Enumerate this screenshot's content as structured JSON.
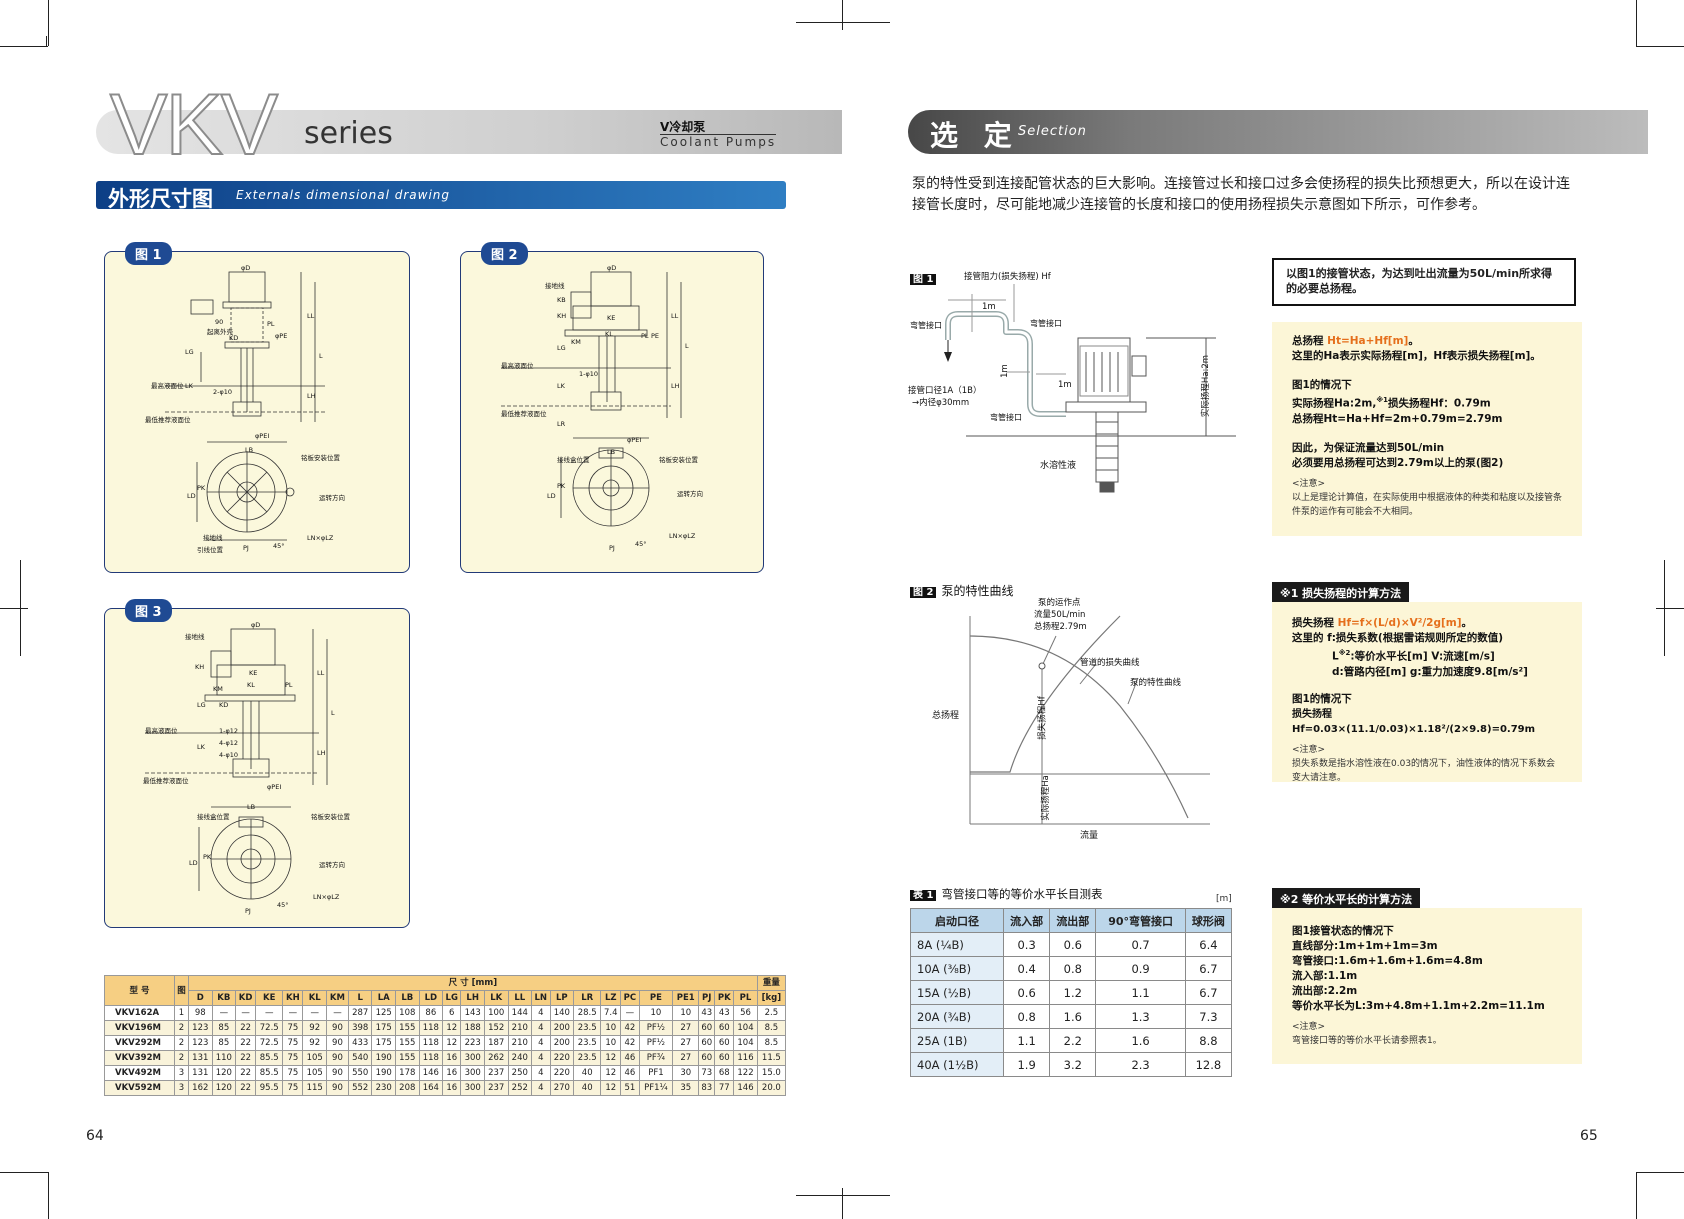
{
  "left_page": {
    "logo_text": "VKV",
    "series_label": "series",
    "category_cn": "V冷却泵",
    "category_en": "Coolant Pumps",
    "section_title_cn": "外形尺寸图",
    "section_title_en": "Externals dimensional drawing",
    "figures": [
      {
        "tag": "图 1",
        "labels": [
          "φD",
          "90",
          "起离外壳",
          "LL",
          "L",
          "LG",
          "LK",
          "LH",
          "最高液面位",
          "最低推荐液面位",
          "2-φ10",
          "φPE",
          "φPEI",
          "PL",
          "KD",
          "LB",
          "LD",
          "PK",
          "铭板安装位置",
          "运转方向",
          "接地线",
          "引线位置",
          "PJ",
          "45°",
          "LN×φLZ"
        ]
      },
      {
        "tag": "图 2",
        "labels": [
          "接地线",
          "φD",
          "KB",
          "KH",
          "KE",
          "KM",
          "KL",
          "LG",
          "LK",
          "LH",
          "LR",
          "LL",
          "L",
          "PE",
          "最高液面位",
          "最低推荐液面位",
          "1-φ10",
          "φPEI",
          "LB",
          "接线盒位置",
          "铭板安装位置",
          "LD",
          "PK",
          "运转方向",
          "PJ",
          "45°",
          "LN×φLZ",
          "PL"
        ]
      },
      {
        "tag": "图 3",
        "labels": [
          "接地线",
          "φD",
          "KH",
          "KE",
          "KM",
          "KL",
          "KD",
          "LG",
          "LK",
          "LH",
          "LL",
          "L",
          "PL",
          "最高液面位",
          "最低推荐液面位",
          "1-φ12",
          "4-φ12",
          "4-φ10",
          "φPEI",
          "LB",
          "接线盒位置",
          "铭板安装位置",
          "LD",
          "PK",
          "运转方向",
          "PJ",
          "45°",
          "LN×φLZ"
        ]
      }
    ],
    "spec_table": {
      "col_model": "型  号",
      "col_fig": "图",
      "dim_group": "尺  寸 [mm]",
      "col_weight": "重量",
      "weight_unit": "[kg]",
      "dim_cols": [
        "D",
        "KB",
        "KD",
        "KE",
        "KH",
        "KL",
        "KM",
        "L",
        "LA",
        "LB",
        "LD",
        "LG",
        "LH",
        "LK",
        "LL",
        "LN",
        "LP",
        "LR",
        "LZ",
        "PC",
        "PE",
        "PE1",
        "PJ",
        "PK",
        "PL"
      ],
      "rows": [
        [
          "VKV162A",
          "1",
          "98",
          "—",
          "—",
          "—",
          "—",
          "—",
          "—",
          "287",
          "125",
          "108",
          "86",
          "6",
          "143",
          "100",
          "144",
          "4",
          "140",
          "28.5",
          "7.4",
          "—",
          "10",
          "10",
          "43",
          "43",
          "56",
          "2.5"
        ],
        [
          "VKV196M",
          "2",
          "123",
          "85",
          "22",
          "72.5",
          "75",
          "92",
          "90",
          "398",
          "175",
          "155",
          "118",
          "12",
          "188",
          "152",
          "210",
          "4",
          "200",
          "23.5",
          "10",
          "42",
          "PF½",
          "27",
          "60",
          "60",
          "104",
          "8.5"
        ],
        [
          "VKV292M",
          "2",
          "123",
          "85",
          "22",
          "72.5",
          "75",
          "92",
          "90",
          "433",
          "175",
          "155",
          "118",
          "12",
          "223",
          "187",
          "210",
          "4",
          "200",
          "23.5",
          "10",
          "42",
          "PF½",
          "27",
          "60",
          "60",
          "104",
          "8.5"
        ],
        [
          "VKV392M",
          "2",
          "131",
          "110",
          "22",
          "85.5",
          "75",
          "105",
          "90",
          "540",
          "190",
          "155",
          "118",
          "16",
          "300",
          "262",
          "240",
          "4",
          "220",
          "23.5",
          "12",
          "46",
          "PF¾",
          "27",
          "60",
          "60",
          "116",
          "11.5"
        ],
        [
          "VKV492M",
          "3",
          "131",
          "120",
          "22",
          "85.5",
          "75",
          "105",
          "90",
          "550",
          "190",
          "178",
          "146",
          "16",
          "300",
          "237",
          "250",
          "4",
          "220",
          "40",
          "12",
          "46",
          "PF1",
          "30",
          "73",
          "68",
          "122",
          "15.0"
        ],
        [
          "VKV592M",
          "3",
          "162",
          "120",
          "22",
          "95.5",
          "75",
          "115",
          "90",
          "552",
          "230",
          "208",
          "164",
          "16",
          "300",
          "237",
          "252",
          "4",
          "270",
          "40",
          "12",
          "51",
          "PF1¼",
          "35",
          "83",
          "77",
          "146",
          "20.0"
        ]
      ]
    },
    "page_number": "64"
  },
  "right_page": {
    "title_cn": "选 定",
    "title_en": "Selection",
    "intro": "泵的特性受到连接配管状态的巨大影响。连接管过长和接口过多会使扬程的损失比预想更大，所以在设计连接管长度时，尽可能地减少连接管的长度和接口的使用扬程损失示意图如下所示，可作参考。",
    "fig1": {
      "tag": "图 1",
      "labels": {
        "resistance": "接管阻力(损失扬程) Hf",
        "elbow1": "弯管接口",
        "elbow2": "弯管接口",
        "elbow3": "弯管接口",
        "len1": "1m",
        "len2": "1m",
        "len3": "1m",
        "bore": "接管口径1A（1B）",
        "inner": "→内径φ30mm",
        "liquid": "水溶性液",
        "actual": "实际扬程Ha:2m"
      }
    },
    "question_box": "以图1的接管状态，为达到吐出流量为50L/min所求得的必要总扬程。",
    "answer_box": {
      "l1a": "总扬程 ",
      "l1b": "Ht=Ha+Hf[m]",
      "l1c": "。",
      "l2": "这里的Ha表示实际扬程[m]，Hf表示损失扬程[m]。",
      "l3": "图1的情况下",
      "l4a": "实际扬程Ha:2m,",
      "l4sup": "※1",
      "l4b": "损失扬程Hf：0.79m",
      "l5": "总扬程Ht=Ha+Hf=2m+0.79m=2.79m",
      "l6": "因此，为保证流量达到50L/min",
      "l7": "必须要用总扬程可达到2.79m以上的泵(图2)",
      "note_t": "<注意>",
      "note": "以上是理论计算值，在实际使用中根据液体的种类和粘度以及接管条件泵的运作有可能会不大相同。"
    },
    "fig2": {
      "tag": "图 2",
      "caption": "泵的特性曲线",
      "labels": {
        "op": "泵的运作点",
        "flow50": "流量50L/min",
        "head": "总扬程2.79m",
        "pipe_loss": "管道的损失曲线",
        "pump_curve": "泵的特性曲线",
        "y": "总扬程",
        "x": "流量",
        "hf": "损失扬程Hf",
        "ha": "实际扬程Ha"
      }
    },
    "calc1": {
      "tag": "※1 损失扬程的计算方法",
      "l1a": "损失扬程 ",
      "l1b": "Hf=f×(L/d)×V²/2g[m]",
      "l1c": "。",
      "l2": "这里的 f:损失系数(根据雷诺规则所定的数值)",
      "l3a": "L",
      "l3sup": "※2",
      "l3b": ":等价水平长[m]  V:流速[m/s]",
      "l4": "d:管路内径[m]       g:重力加速度9.8[m/s²]",
      "l5": "图1的情况下",
      "l6": "损失扬程Hf=0.03×(11.1/0.03)×1.18²/(2×9.8)=0.79m",
      "note_t": "<注意>",
      "note": "损失系数是指水溶性液在0.03的情况下，油性液体的情况下系数会变大请注意。"
    },
    "table1": {
      "tag": "表 1",
      "caption": "弯管接口等的等价水平长目测表",
      "unit": "[m]",
      "headers": [
        "启动口径",
        "流入部",
        "流出部",
        "90°弯管接口",
        "球形阀"
      ],
      "rows": [
        [
          "8A (¼B)",
          "0.3",
          "0.6",
          "0.7",
          "6.4"
        ],
        [
          "10A (⅜B)",
          "0.4",
          "0.8",
          "0.9",
          "6.7"
        ],
        [
          "15A (½B)",
          "0.6",
          "1.2",
          "1.1",
          "6.7"
        ],
        [
          "20A (¾B)",
          "0.8",
          "1.6",
          "1.3",
          "7.3"
        ],
        [
          "25A (1B)",
          "1.1",
          "2.2",
          "1.6",
          "8.8"
        ],
        [
          "40A (1½B)",
          "1.9",
          "3.2",
          "2.3",
          "12.8"
        ]
      ]
    },
    "calc2": {
      "tag": "※2 等价水平长的计算方法",
      "l1": "图1接管状态的情况下",
      "l2": "直线部分:1m+1m+1m=3m",
      "l3": "弯管接口:1.6m+1.6m+1.6m=4.8m",
      "l4": "流入部:1.1m",
      "l5": "流出部:2.2m",
      "l6": "等价水平长为L:3m+4.8m+1.1m+2.2m=11.1m",
      "note_t": "<注意>",
      "note": "弯管接口等的等价水平长请参照表1。"
    },
    "page_number": "65"
  }
}
